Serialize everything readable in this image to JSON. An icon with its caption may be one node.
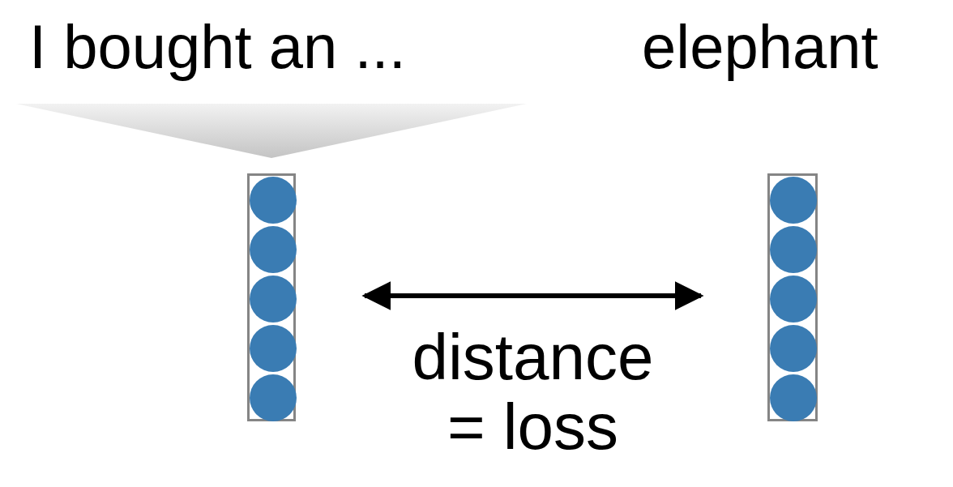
{
  "diagram": {
    "nodes": [
      {
        "text": [
          "I bought an ..."
        ]
      },
      {
        "text": [],
        "shape": "bar"
      },
      {
        "text": [],
        "shape": "circle",
        "in": 1
      },
      {
        "text": [],
        "shape": "circle",
        "in": 1
      },
      {
        "text": [],
        "shape": "circle",
        "in": 1
      },
      {
        "text": [],
        "shape": "circle",
        "in": 1
      },
      {
        "text": [],
        "shape": "circle",
        "in": 1
      },
      {
        "text": [],
        "shape": "bar",
        "beside": [
          "elephant"
        ]
      },
      {
        "text": [],
        "shape": "circle",
        "in": 7
      },
      {
        "text": [],
        "shape": "circle",
        "in": 7
      },
      {
        "text": [],
        "shape": "circle",
        "in": 7
      },
      {
        "text": [],
        "shape": "circle",
        "in": 7
      },
      {
        "text": [],
        "shape": "circle",
        "in": 7
      }
    ],
    "edges": [
      {
        "from": 0,
        "to": 1,
        "arrow": "none",
        "style": "thick",
        "color": "#c4c4c4"
      },
      {
        "from": 1,
        "to": 7,
        "arrow": "both",
        "label": "distance = loss"
      }
    ]
  }
}
